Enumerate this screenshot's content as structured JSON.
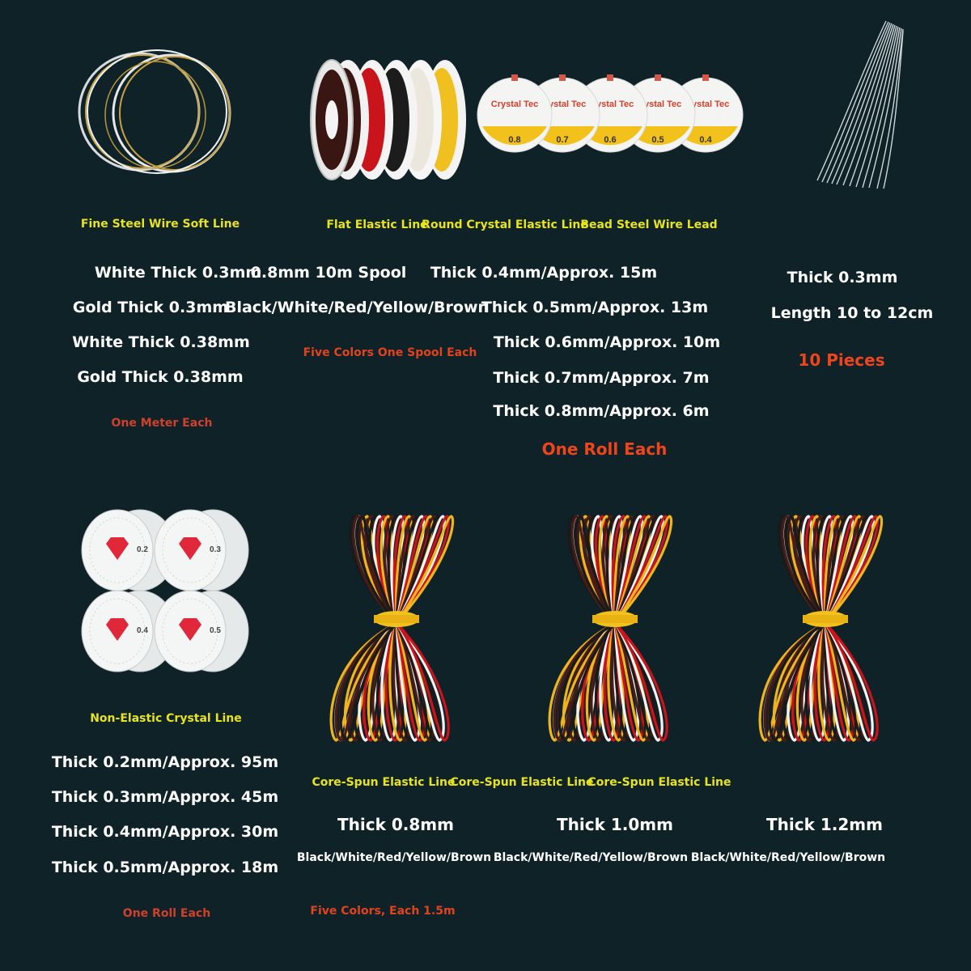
{
  "top": {
    "steel_wire": {
      "caption": "Fine Steel Wire Soft Line",
      "specs": [
        "White Thick 0.3mm",
        "Gold Thick 0.3mm",
        "White Thick 0.38mm",
        "Gold Thick 0.38mm"
      ],
      "note": "One Meter Each"
    },
    "flat_elastic": {
      "caption": "Flat Elastic Line",
      "spec_line1": "0.8mm 10m Spool",
      "spec_line2": "Black/White/Red/Yellow/Brown",
      "note": "Five Colors One Spool Each"
    },
    "crystal_elastic": {
      "caption": "Round Crystal Elastic Line",
      "brand": "Crystal Tec",
      "spool_sizes": [
        "0.8",
        "0.7",
        "0.6",
        "0.5",
        "0.4"
      ],
      "specs": [
        "Thick 0.4mm/Approx. 15m",
        "Thick 0.5mm/Approx. 13m",
        "Thick 0.6mm/Approx. 10m",
        "Thick 0.7mm/Approx. 7m",
        "Thick 0.8mm/Approx. 6m"
      ],
      "note": "One Roll Each"
    },
    "lead": {
      "caption": "Bead Steel Wire Lead",
      "specs": [
        "Thick 0.3mm",
        "Length 10 to 12cm"
      ],
      "note": "10 Pieces"
    }
  },
  "bottom": {
    "non_elastic": {
      "caption": "Non-Elastic Crystal Line",
      "spool_sizes": [
        "0.2",
        "0.3",
        "0.4",
        "0.5"
      ],
      "specs": [
        "Thick 0.2mm/Approx. 95m",
        "Thick 0.3mm/Approx. 45m",
        "Thick 0.4mm/Approx. 30m",
        "Thick 0.5mm/Approx. 18m"
      ],
      "note": "One Roll Each"
    },
    "core_spun": {
      "captions": [
        "Core-Spun Elastic Line",
        "Core-Spun Elastic Line",
        "Core-Spun Elastic Line"
      ],
      "thickness": [
        "Thick 0.8mm",
        "Thick 1.0mm",
        "Thick 1.2mm"
      ],
      "colors": [
        "Black/White/Red/Yellow/Brown",
        "Black/White/Red/Yellow/Brown",
        "Black/White/Red/Yellow/Brown"
      ],
      "note": "Five Colors, Each 1.5m"
    }
  },
  "colors": {
    "background": "#0e2228",
    "yellow_text": "#e8e41c",
    "red_text": "#e3431c",
    "white_text": "#ffffff"
  }
}
